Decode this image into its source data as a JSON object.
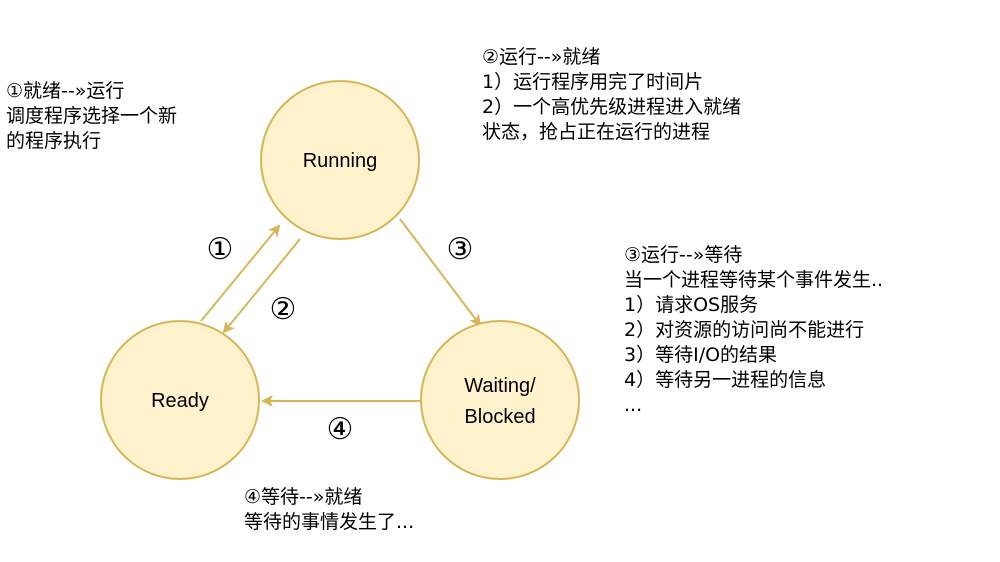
{
  "colors": {
    "node_fill": "#fff2cc",
    "node_stroke": "#d6b656",
    "edge": "#d6b656",
    "text": "#000000"
  },
  "nodes": {
    "running": {
      "label": "Running"
    },
    "ready": {
      "label": "Ready"
    },
    "waiting": {
      "label_lines": [
        "Waiting/",
        "Blocked"
      ]
    }
  },
  "edges": [
    {
      "id": "1",
      "marker": "①",
      "from": "Ready",
      "to": "Running"
    },
    {
      "id": "2",
      "marker": "②",
      "from": "Running",
      "to": "Ready"
    },
    {
      "id": "3",
      "marker": "③",
      "from": "Running",
      "to": "Waiting/Blocked"
    },
    {
      "id": "4",
      "marker": "④",
      "from": "Waiting/Blocked",
      "to": "Ready"
    }
  ],
  "notes": {
    "ready_to_running": {
      "title": "①就绪--»运行",
      "lines": [
        "调度程序选择一个新",
        "的程序执行"
      ]
    },
    "running_to_ready": {
      "title": "②运行--»就绪",
      "lines": [
        "1）运行程序用完了时间片",
        "2）一个高优先级进程进入就绪",
        "状态，抢占正在运行的进程"
      ]
    },
    "running_to_waiting": {
      "title": "③运行--»等待",
      "lines": [
        "当一个进程等待某个事件发生..",
        "1）请求OS服务",
        "2）对资源的访问尚不能进行",
        "3）等待I/O的结果",
        "4）等待另一进程的信息",
        "..."
      ]
    },
    "waiting_to_ready": {
      "title": "④等待--»就绪",
      "lines": [
        "等待的事情发生了..."
      ]
    }
  }
}
